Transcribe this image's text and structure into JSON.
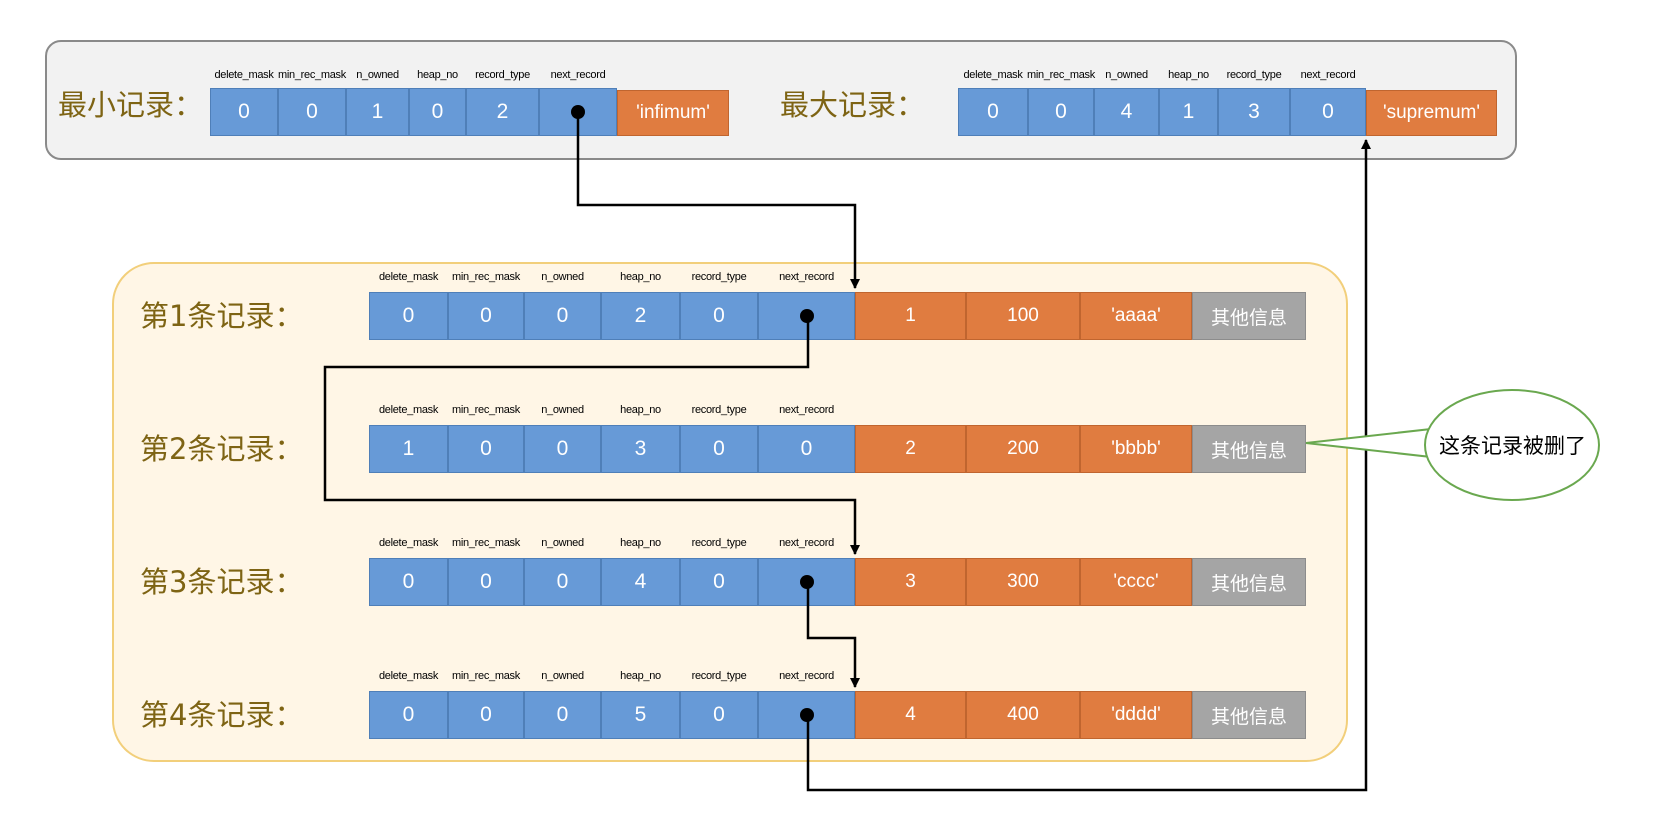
{
  "header_labels": [
    "delete_mask",
    "min_rec_mask",
    "n_owned",
    "heap_no",
    "record_type",
    "next_record"
  ],
  "infimum": {
    "label": "最小记录：",
    "fields": [
      "0",
      "0",
      "1",
      "0",
      "2",
      "●"
    ],
    "data": "'infimum'"
  },
  "supremum": {
    "label": "最大记录：",
    "fields": [
      "0",
      "0",
      "4",
      "1",
      "3",
      "0"
    ],
    "data": "'supremum'"
  },
  "records": [
    {
      "label": "第1条记录：",
      "fields": [
        "0",
        "0",
        "0",
        "2",
        "0",
        "●"
      ],
      "data": [
        "1",
        "100",
        "'aaaa'"
      ],
      "other": "其他信息"
    },
    {
      "label": "第2条记录：",
      "fields": [
        "1",
        "0",
        "0",
        "3",
        "0",
        "0"
      ],
      "data": [
        "2",
        "200",
        "'bbbb'"
      ],
      "other": "其他信息"
    },
    {
      "label": "第3条记录：",
      "fields": [
        "0",
        "0",
        "0",
        "4",
        "0",
        "●"
      ],
      "data": [
        "3",
        "300",
        "'cccc'"
      ],
      "other": "其他信息"
    },
    {
      "label": "第4条记录：",
      "fields": [
        "0",
        "0",
        "0",
        "5",
        "0",
        "●"
      ],
      "data": [
        "4",
        "400",
        "'dddd'"
      ],
      "other": "其他信息"
    }
  ],
  "callout": "这条记录被删了",
  "colors": {
    "header_field": "#679ad7",
    "data_field": "#e07c40",
    "other_info": "#a5a5a5",
    "system_panel": "#f2f2f2",
    "user_panel": "#fff6e6",
    "label_text": "#7e6414"
  }
}
